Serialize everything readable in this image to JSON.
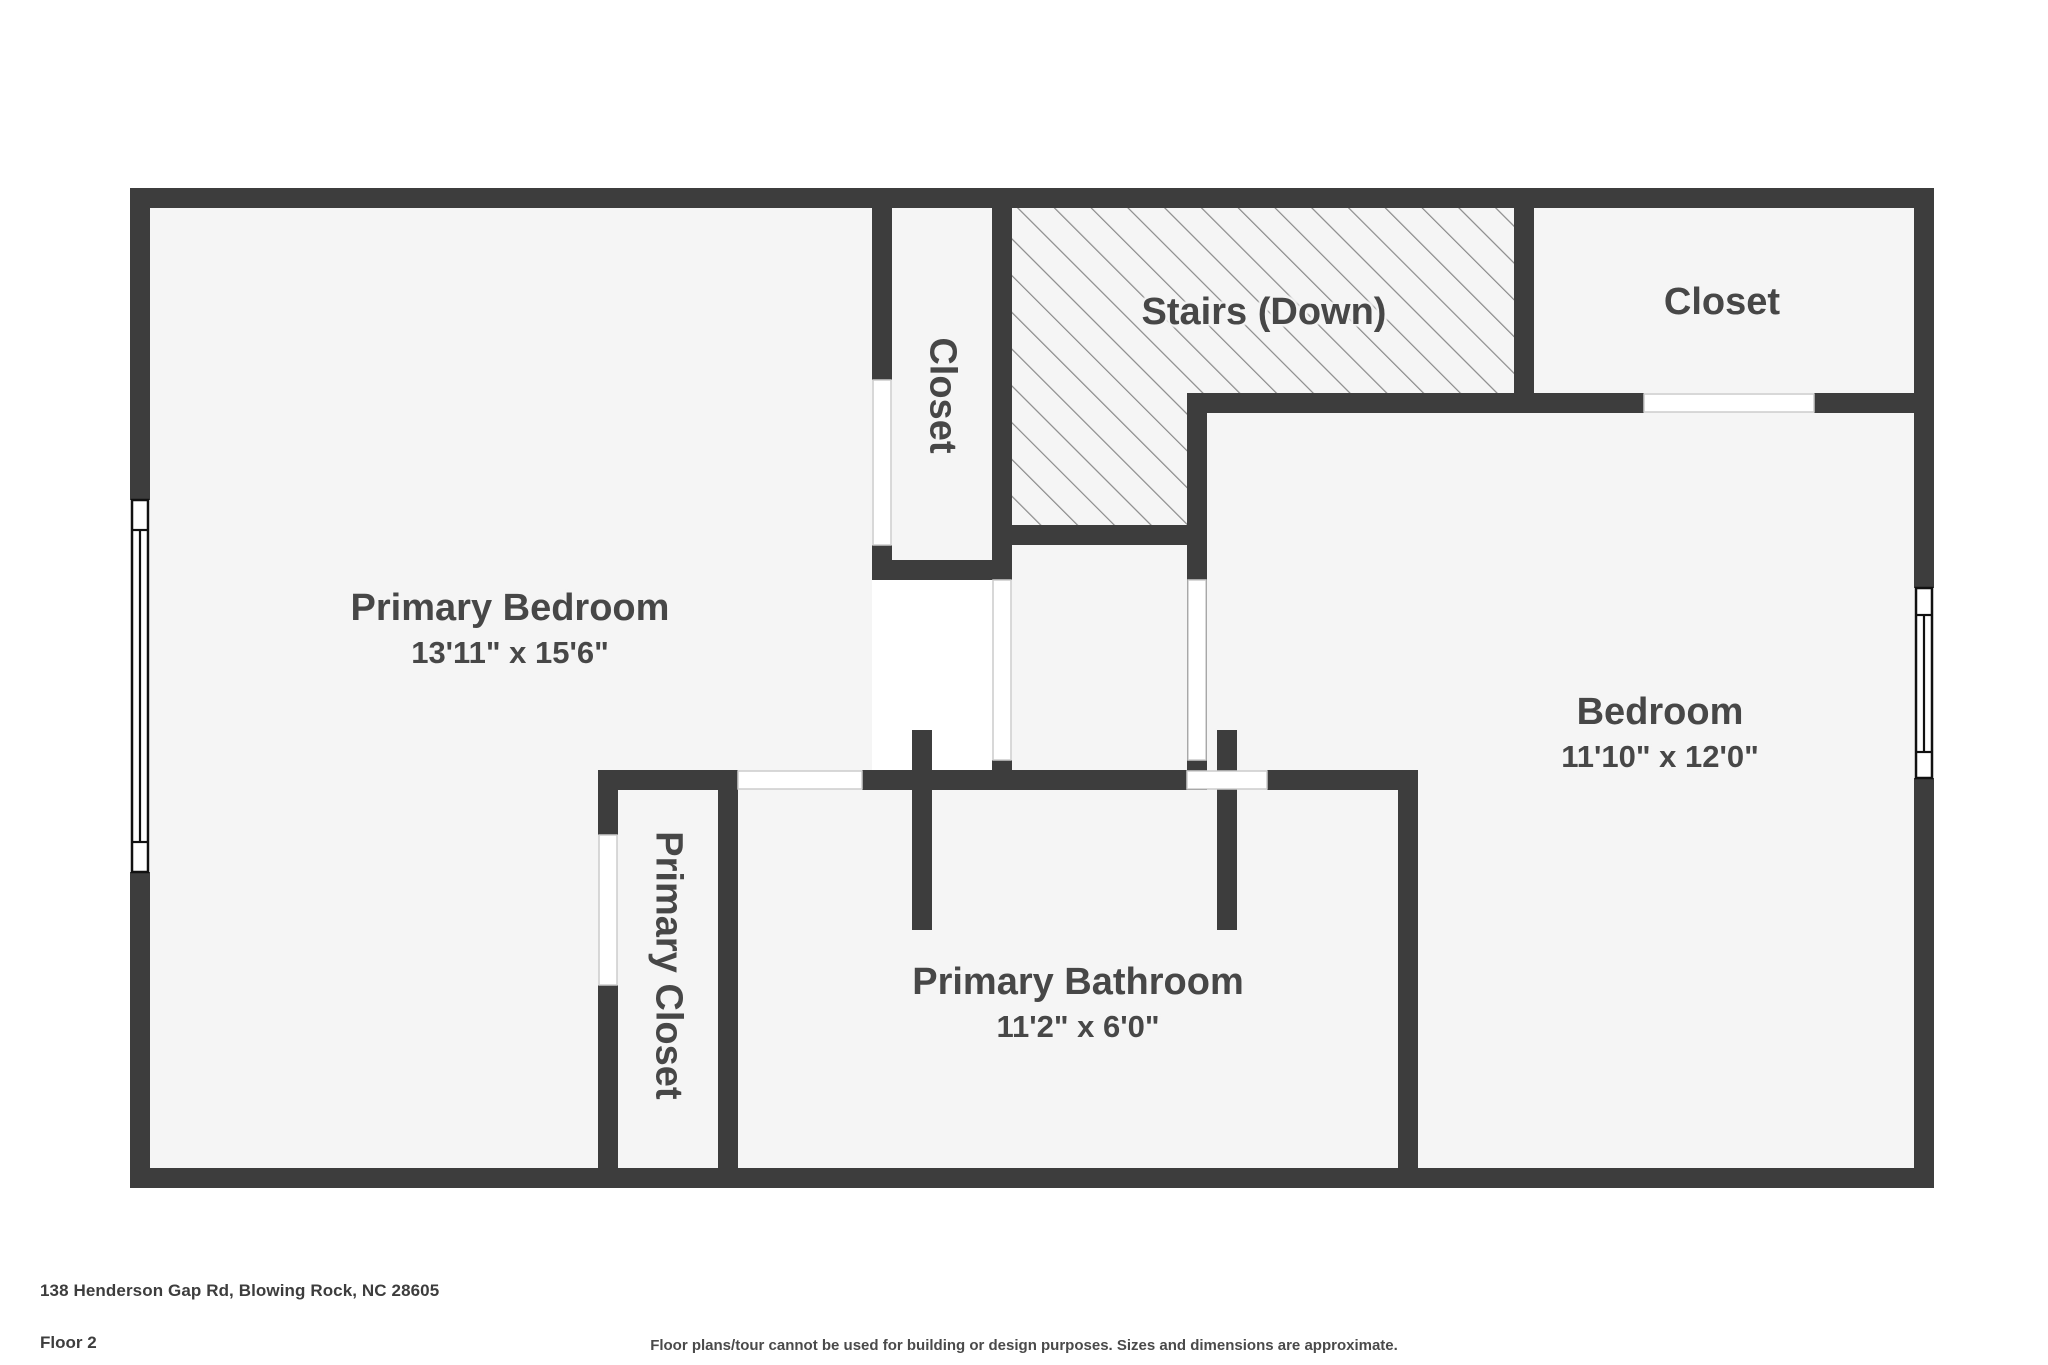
{
  "document": {
    "type": "floor-plan",
    "address": "138 Henderson Gap Rd, Blowing Rock, NC 28605",
    "floor": "Floor 2",
    "disclaimer": "Floor plans/tour cannot be used for building or design purposes. Sizes and dimensions are approximate."
  },
  "colors": {
    "wall": "#3d3d3d",
    "room_fill": "#f5f5f5",
    "page_background": "#ffffff",
    "text": "#474747",
    "hatch_line": "#7a7a7a",
    "window_fill": "#ffffff",
    "window_stroke": "#111111"
  },
  "rooms": [
    {
      "id": "primary-bedroom",
      "name": "Primary Bedroom",
      "dimensions": "13'11\" x 15'6\"",
      "orientation": "horizontal"
    },
    {
      "id": "stairs",
      "name": "Stairs (Down)",
      "dimensions": "",
      "orientation": "horizontal",
      "hatched": true
    },
    {
      "id": "closet-top",
      "name": "Closet",
      "dimensions": "",
      "orientation": "vertical"
    },
    {
      "id": "closet-right",
      "name": "Closet",
      "dimensions": "",
      "orientation": "horizontal"
    },
    {
      "id": "bedroom",
      "name": "Bedroom",
      "dimensions": "11'10\" x 12'0\"",
      "orientation": "horizontal"
    },
    {
      "id": "primary-closet",
      "name": "Primary Closet",
      "dimensions": "",
      "orientation": "vertical"
    },
    {
      "id": "primary-bathroom",
      "name": "Primary Bathroom",
      "dimensions": "11'2\" x 6'0\"",
      "orientation": "horizontal"
    }
  ]
}
